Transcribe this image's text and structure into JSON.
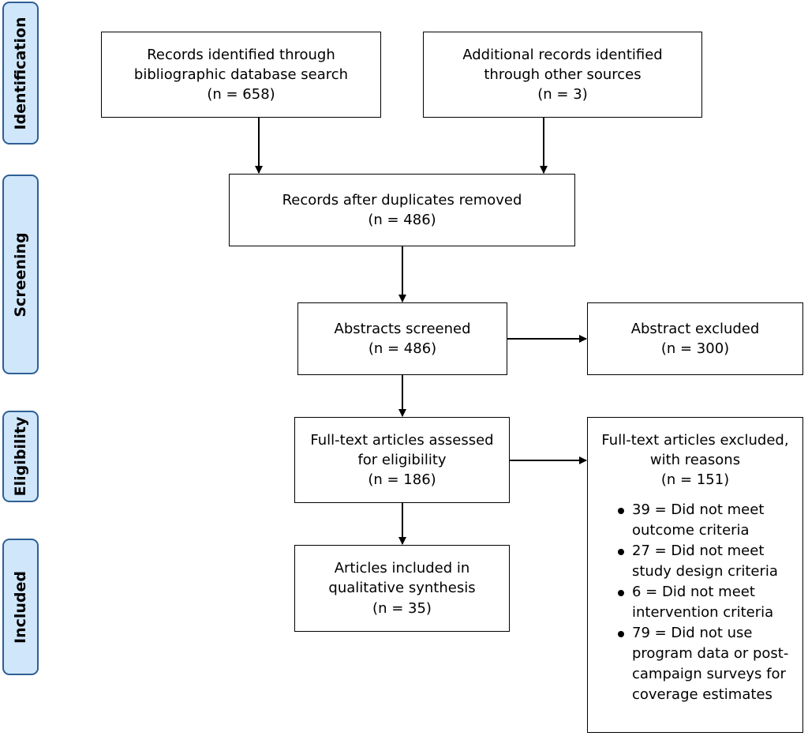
{
  "phases": {
    "identification": "Identification",
    "screening": "Screening",
    "eligibility": "Eligibility",
    "included": "Included"
  },
  "boxes": {
    "database_search": {
      "lines": [
        "Records identified through",
        "bibliographic database search",
        "(n = 658)"
      ]
    },
    "other_sources": {
      "lines": [
        "Additional records identified",
        "through other sources",
        "(n = 3)"
      ]
    },
    "duplicates_removed": {
      "lines": [
        "Records after duplicates removed",
        "(n = 486)"
      ]
    },
    "abstracts_screened": {
      "lines": [
        "Abstracts screened",
        "(n = 486)"
      ]
    },
    "abstract_excluded": {
      "lines": [
        "Abstract excluded",
        "(n = 300)"
      ]
    },
    "fulltext_assessed": {
      "lines": [
        "Full-text articles assessed",
        "for eligibility",
        "(n = 186)"
      ]
    },
    "fulltext_excluded": {
      "lines": [
        "Full-text articles excluded,",
        "with reasons",
        "(n = 151)"
      ],
      "reasons": [
        [
          "39 = Did not meet",
          "outcome criteria"
        ],
        [
          "27 = Did not meet",
          "study design criteria"
        ],
        [
          "6 = Did not meet",
          "intervention criteria"
        ],
        [
          "79 = Did not use",
          "program data or post-",
          "campaign surveys for",
          "coverage estimates"
        ]
      ]
    },
    "included": {
      "lines": [
        "Articles included in",
        "qualitative synthesis",
        "(n = 35)"
      ]
    }
  }
}
